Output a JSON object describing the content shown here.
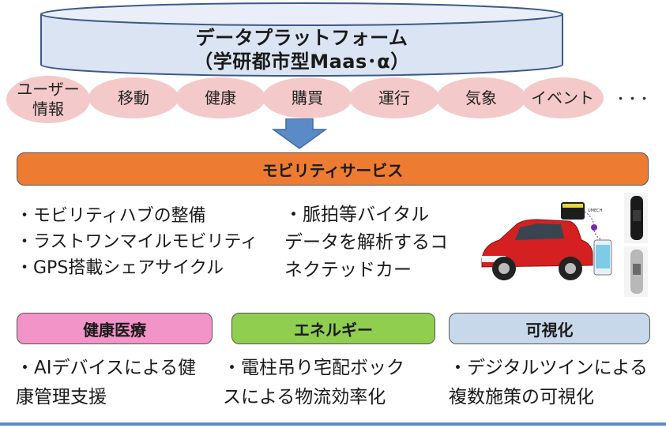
{
  "platform": {
    "title_line1": "データプラットフォーム",
    "title_line2": "（学研都市型Maas･α）"
  },
  "data_categories": [
    {
      "label": "ユーザー\n情報"
    },
    {
      "label": "移動"
    },
    {
      "label": "健康"
    },
    {
      "label": "購買"
    },
    {
      "label": "運行"
    },
    {
      "label": "気象"
    },
    {
      "label": "イベント"
    }
  ],
  "more_indicator": "･･･",
  "mobility": {
    "header": "モビリティサービス",
    "items": [
      "・モビリティハブの整備",
      "・ラストワンマイルモビリティ",
      "・GPS搭載シェアサイクル"
    ],
    "connected_car": "・脈拍等バイタル\nデータを解析するコ\nネクテッドカー"
  },
  "health": {
    "header": "健康医療",
    "text": "・AIデバイスによる健\n康管理支援"
  },
  "energy": {
    "header": "エネルギー",
    "text": "・電柱吊り宅配ボック\nスによる物流効率化"
  },
  "visualization": {
    "header": "可視化",
    "text": "・デジタルツインによる\n複数施策の可視化"
  },
  "colors": {
    "cylinder_fill": "#dbe4f3",
    "ellipse_fill": "#f4c9c9",
    "mobility_bar": "#ee7b32",
    "health_bar": "#f294c7",
    "energy_bar": "#8fce4e",
    "visual_bar": "#c7d8ea",
    "arrow": "#5b8bc6"
  }
}
